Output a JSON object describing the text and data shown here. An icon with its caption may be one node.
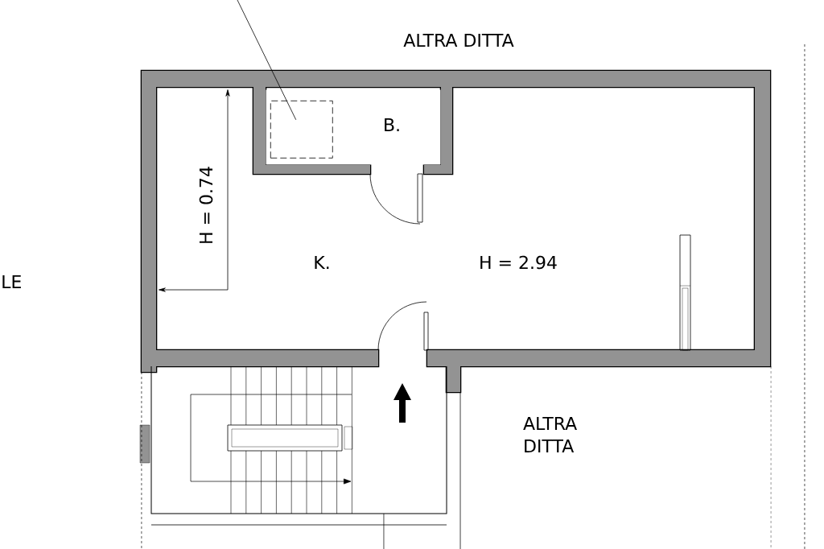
{
  "diagram": {
    "nodes": [
      {
        "text": [
          "B."
        ]
      },
      {
        "text": [],
        "shape": "box",
        "in": 0
      }
    ],
    "edges": [
      {
        "from": null,
        "to": 1,
        "arrow": "none"
      }
    ],
    "labels": [
      "ALTRA DITTA",
      "H = 0.74",
      "LE",
      "K.",
      "H = 2.94",
      "ALTRA DITTA"
    ]
  }
}
